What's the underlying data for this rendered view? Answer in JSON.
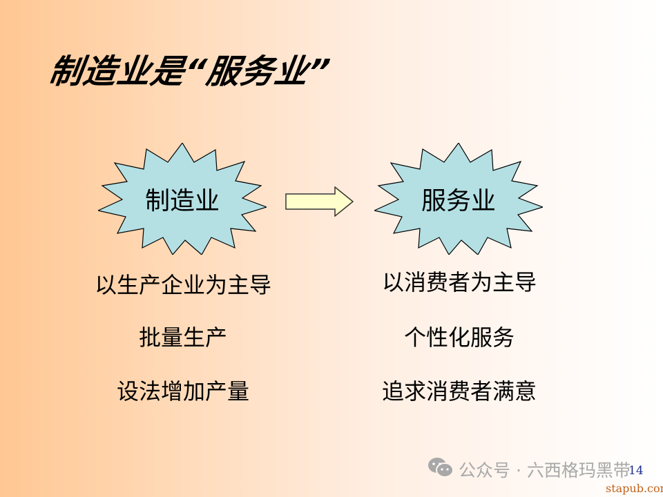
{
  "slide": {
    "title": "制造业是“服务业”",
    "page_number": "14",
    "colors": {
      "background_left": "#ffc793",
      "background_right": "#ffffff",
      "burst_fill": "#b4e0e4",
      "arrow_fill": "#ffffcc",
      "page_number": "#1a2c8c",
      "site": "#c0621a"
    }
  },
  "diagram": {
    "left_burst": {
      "label": "制造业"
    },
    "arrow": {
      "direction": "right"
    },
    "right_burst": {
      "label": "服务业"
    }
  },
  "left_column": {
    "items": [
      "以生产企业为主导",
      "批量生产",
      "设法增加产量"
    ]
  },
  "right_column": {
    "items": [
      "以消费者为主导",
      "个性化服务",
      "追求消费者满意"
    ]
  },
  "watermark": {
    "icon": "wechat-icon",
    "text": "公众号 · 六西格玛黑带"
  },
  "site_credit": "stapub.com"
}
